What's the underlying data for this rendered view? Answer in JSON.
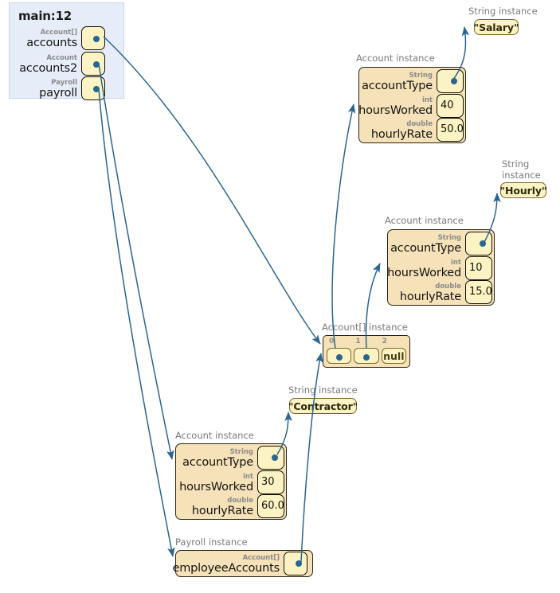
{
  "colors": {
    "arrow": "#2a6590",
    "frame_bg": "#e7edf8",
    "frame_border": "#c8d4ea",
    "instance_bg": "#f5e2b8",
    "instance_border": "#2b2314",
    "value_bg": "#fbf3c4",
    "value_border": "#7a6a28",
    "type_label": "#8a8a8a",
    "instance_label": "#7b7b7b"
  },
  "stack_frame": {
    "title": "main:12",
    "variables": [
      {
        "type": "Account[]",
        "name": "accounts",
        "value": "",
        "is_reference": true
      },
      {
        "type": "Account",
        "name": "accounts2",
        "value": "",
        "is_reference": true
      },
      {
        "type": "Payroll",
        "name": "payroll",
        "value": "",
        "is_reference": true
      }
    ]
  },
  "instances": {
    "account_salary": {
      "label": "Account instance",
      "fields": [
        {
          "type": "String",
          "name": "accountType",
          "value": "",
          "is_reference": true
        },
        {
          "type": "int",
          "name": "hoursWorked",
          "value": "40",
          "is_reference": false
        },
        {
          "type": "double",
          "name": "hourlyRate",
          "value": "50.0",
          "is_reference": false
        }
      ]
    },
    "account_hourly": {
      "label": "Account instance",
      "fields": [
        {
          "type": "String",
          "name": "accountType",
          "value": "",
          "is_reference": true
        },
        {
          "type": "int",
          "name": "hoursWorked",
          "value": "10",
          "is_reference": false
        },
        {
          "type": "double",
          "name": "hourlyRate",
          "value": "15.0",
          "is_reference": false
        }
      ]
    },
    "account_contractor": {
      "label": "Account instance",
      "fields": [
        {
          "type": "String",
          "name": "accountType",
          "value": "",
          "is_reference": true
        },
        {
          "type": "int",
          "name": "hoursWorked",
          "value": "30",
          "is_reference": false
        },
        {
          "type": "double",
          "name": "hourlyRate",
          "value": "60.0",
          "is_reference": false
        }
      ]
    },
    "payroll": {
      "label": "Payroll instance",
      "fields": [
        {
          "type": "Account[]",
          "name": "employeeAccounts",
          "value": "",
          "is_reference": true
        }
      ]
    },
    "account_array": {
      "label": "Account[] instance",
      "indices": [
        "0",
        "1",
        "2"
      ],
      "cells": [
        {
          "value": "",
          "is_reference": true
        },
        {
          "value": "",
          "is_reference": true
        },
        {
          "value": "null",
          "is_reference": false
        }
      ]
    }
  },
  "strings": {
    "salary": {
      "label": "String instance",
      "value": "\"Salary\""
    },
    "hourly": {
      "label": "String\ninstance",
      "value": "\"Hourly\""
    },
    "contractor": {
      "label": "String instance",
      "value": "\"Contractor\""
    }
  }
}
